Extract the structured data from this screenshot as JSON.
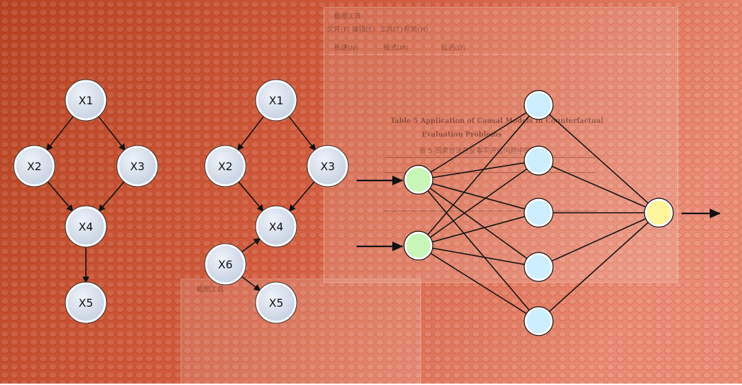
{
  "background": {
    "base_color": "#c94a2c",
    "highlight_color": "#f0a08a"
  },
  "faded_window_main": {
    "title": "截图工具",
    "menu_items": [
      "文件(F)",
      "编辑(E)",
      "工具(T)",
      "帮助(H)"
    ],
    "toolbar_items": [
      "新建(N)",
      "模式(M)",
      "延迟(D)"
    ],
    "doc_title_en_1": "Table 5   Application of Causal Models in Counterfactual",
    "doc_title_en_2": "Evaluation Problems",
    "doc_title_cn": "表 5   因果方法在反事实评估问题中的应用"
  },
  "faded_window_secondary": {
    "title": "截图工具"
  },
  "dag_left": {
    "nodes": [
      "X1",
      "X2",
      "X3",
      "X4",
      "X5"
    ],
    "edges": [
      [
        "X1",
        "X2"
      ],
      [
        "X1",
        "X3"
      ],
      [
        "X2",
        "X4"
      ],
      [
        "X3",
        "X4"
      ],
      [
        "X4",
        "X5"
      ]
    ]
  },
  "dag_right": {
    "nodes": [
      "X1",
      "X2",
      "X3",
      "X4",
      "X6",
      "X5"
    ],
    "edges": [
      [
        "X1",
        "X2"
      ],
      [
        "X1",
        "X3"
      ],
      [
        "X2",
        "X4"
      ],
      [
        "X3",
        "X4"
      ],
      [
        "X6",
        "X4"
      ],
      [
        "X6",
        "X5"
      ]
    ]
  },
  "neural_net": {
    "input_count": 2,
    "hidden_count": 5,
    "output_count": 1,
    "input_color": "#c8f5b8",
    "hidden_color": "#cdeeff",
    "output_color": "#fff59a",
    "dag_node_color": "#d9e2ef"
  }
}
